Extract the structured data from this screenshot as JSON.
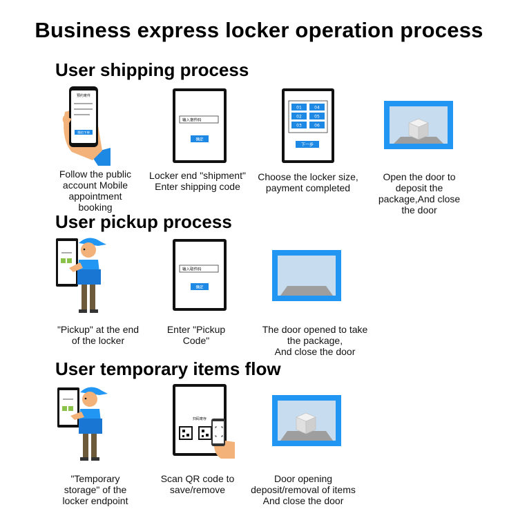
{
  "title": "Business express locker operation process",
  "sections": [
    {
      "heading": "User shipping process",
      "steps": [
        {
          "caption": "Follow the public\naccount Mobile\nappointment\nbooking"
        },
        {
          "caption": "Locker end \"shipment\"\nEnter shipping code"
        },
        {
          "caption": "Choose the locker size,\npayment completed"
        },
        {
          "caption": "Open the door to\ndeposit the\npackage,And close\nthe door"
        }
      ]
    },
    {
      "heading": "User pickup process",
      "steps": [
        {
          "caption": "\"Pickup\" at the end\nof the locker"
        },
        {
          "caption": "Enter \"Pickup\nCode\""
        },
        {
          "caption": "The door opened to take\nthe package,\nAnd close the door"
        }
      ]
    },
    {
      "heading": "User temporary items flow",
      "steps": [
        {
          "caption": "\"Temporary\nstorage\" of the\nlocker endpoint"
        },
        {
          "caption": "Scan QR code to\nsave/remove"
        },
        {
          "caption": "Door opening\ndeposit/removal of items\nAnd close the door"
        }
      ]
    }
  ],
  "screens": {
    "phone_title": "预约寄件",
    "phone_button": "预约下单",
    "ship_input": "输入寄件码",
    "pick_input": "输入取件码",
    "confirm": "确定",
    "next": "下一步",
    "lockers": [
      "01",
      "04",
      "02",
      "05",
      "03",
      "06"
    ],
    "scan_title": "扫码寄存"
  },
  "colors": {
    "accent": "#1e88e5",
    "frame": "#111111",
    "shirt": "#2196f3"
  }
}
